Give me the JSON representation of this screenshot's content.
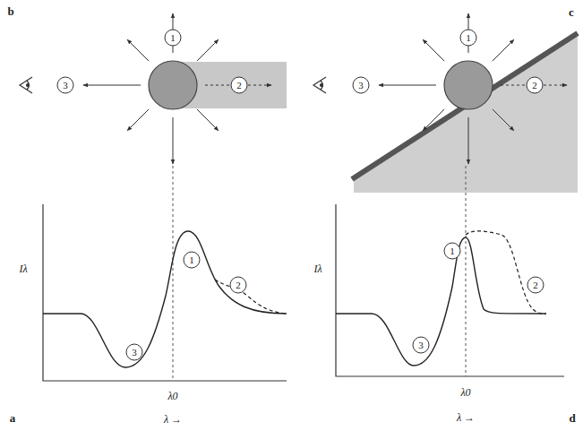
{
  "diagram": {
    "nodes": [
      {
        "text": [
          "1"
        ]
      },
      {
        "text": [
          "3"
        ]
      },
      {
        "text": [
          "2"
        ]
      },
      {
        "text": [
          "1"
        ]
      },
      {
        "text": [
          "3"
        ]
      },
      {
        "text": [
          "2"
        ]
      },
      {
        "text": [
          "3"
        ]
      },
      {
        "text": [
          "1"
        ]
      },
      {
        "text": [
          "2"
        ]
      },
      {
        "text": [
          "1"
        ]
      },
      {
        "text": [
          "3"
        ]
      },
      {
        "text": [
          "2"
        ]
      }
    ],
    "labels": [
      "b",
      "c",
      "a",
      "d",
      "Iλ",
      "λ0",
      "λ →",
      "Iλ",
      "λ0",
      "λ →"
    ]
  }
}
